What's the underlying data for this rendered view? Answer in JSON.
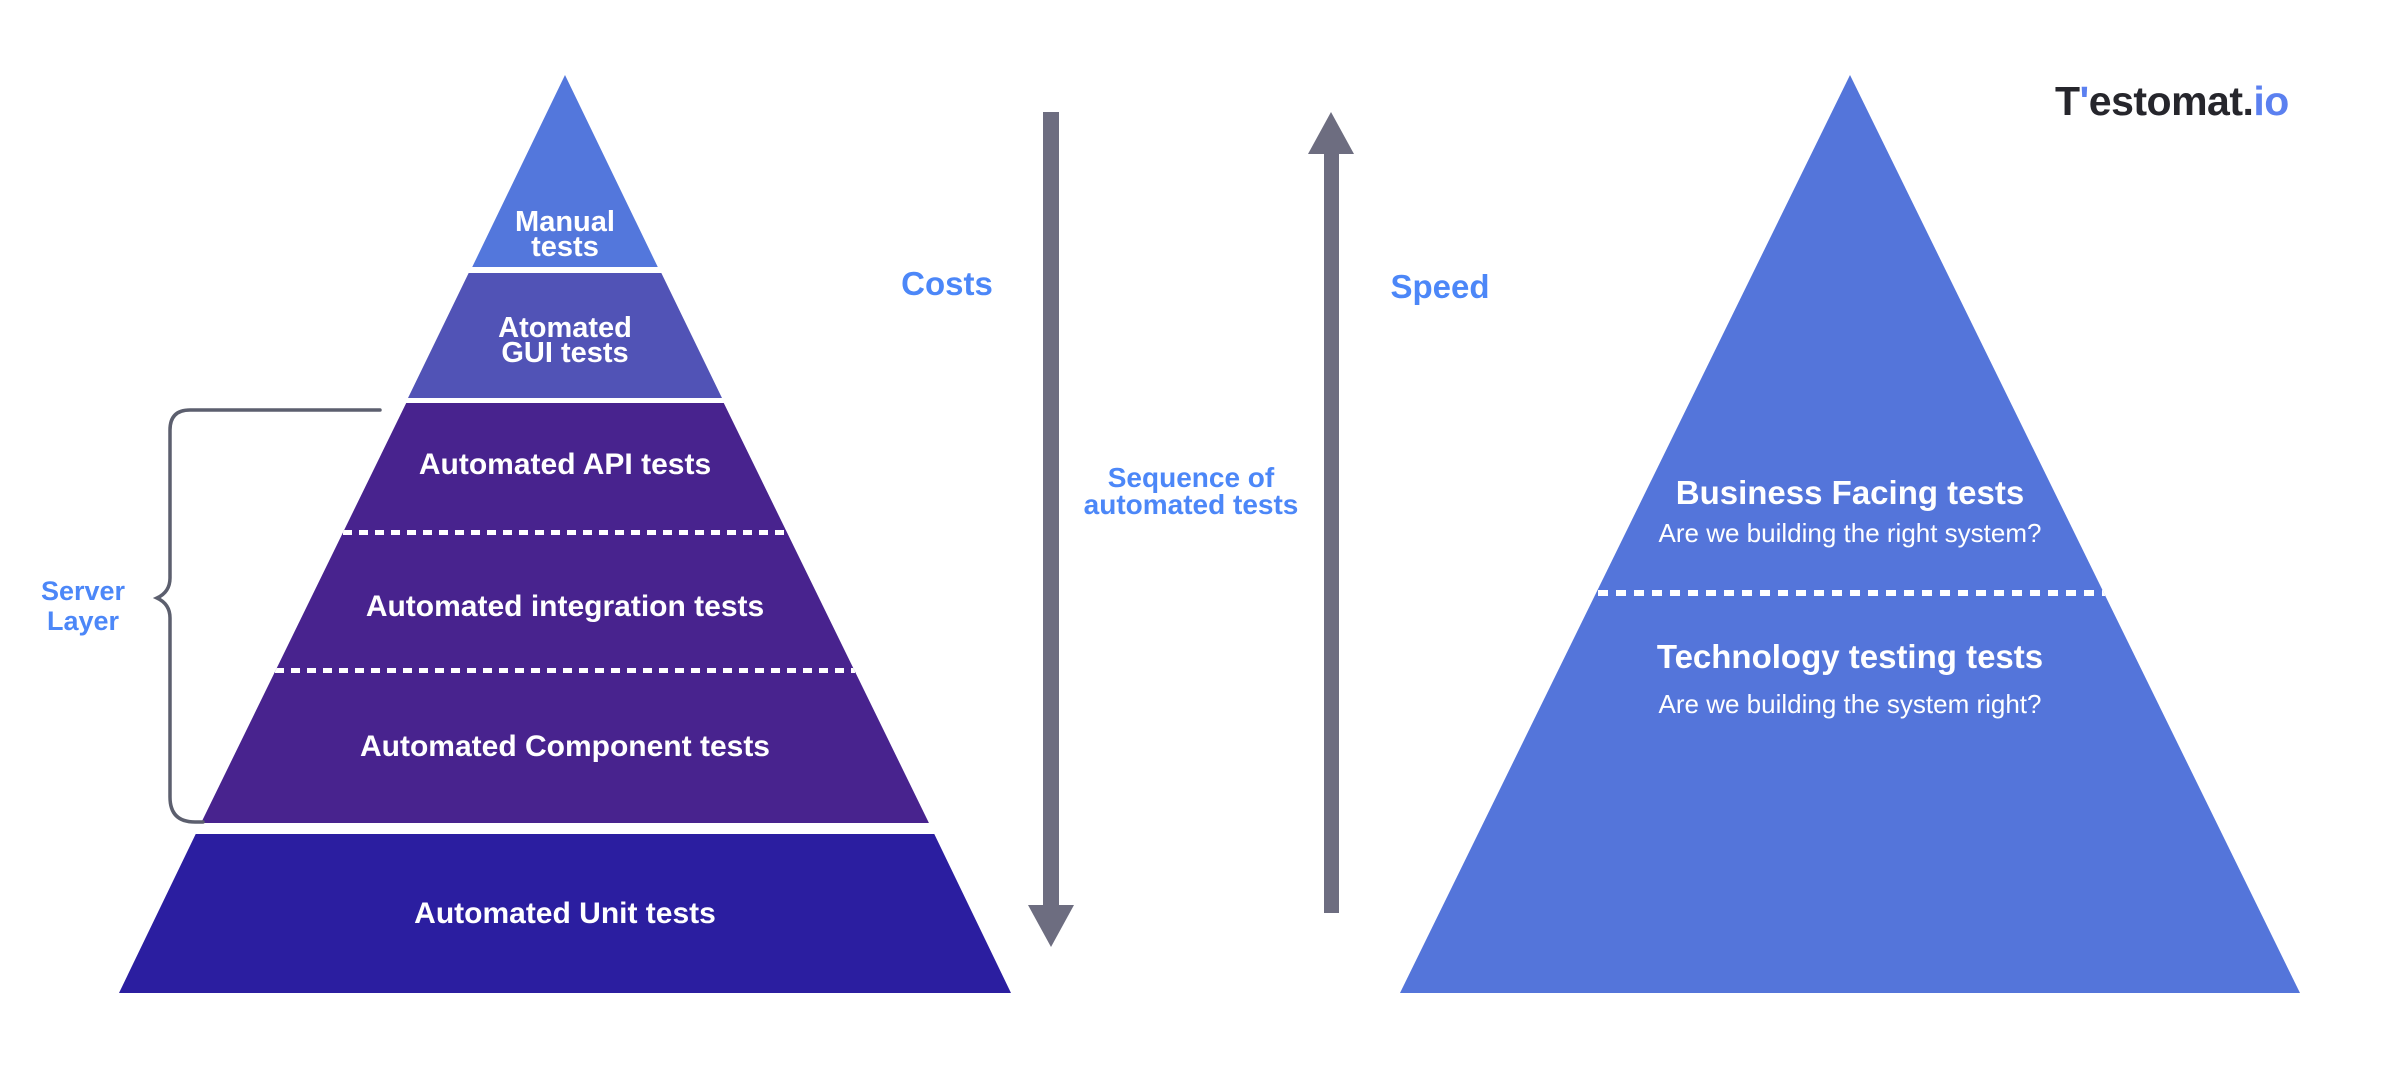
{
  "logo": {
    "t": "T",
    "tick": "'",
    "middle": "estomat.",
    "io": "io",
    "dark_color": "#26262c",
    "accent_color": "#5b80f0"
  },
  "labels": {
    "costs": "Costs",
    "speed": "Speed",
    "sequence_line1": "Sequence of",
    "sequence_line2": "automated tests",
    "server_line1": "Server",
    "server_line2": "Layer",
    "accent_color": "#4c87f8",
    "arrow_color": "#6d6d80",
    "brace_color": "#5c5f6e"
  },
  "left_pyramid": {
    "manual": {
      "line1": "Manual",
      "line2": "tests",
      "color": "#5377dc"
    },
    "gui": {
      "line1": "Atomated",
      "line2": "GUI tests",
      "color": "#5153b6"
    },
    "server_block": {
      "api": "Automated API tests",
      "integration": "Automated integration tests",
      "component": "Automated Component tests",
      "color": "#48238e",
      "divider_color": "#ffffff"
    },
    "unit": {
      "label": "Automated Unit tests",
      "color": "#2b1ea0"
    }
  },
  "right_pyramid": {
    "color": "#5475da",
    "divider_color": "#ffffff",
    "business_title": "Business Facing tests",
    "business_subtitle": "Are we building the right system?",
    "technology_title": "Technology testing tests",
    "technology_subtitle": "Are we building the system right?"
  }
}
